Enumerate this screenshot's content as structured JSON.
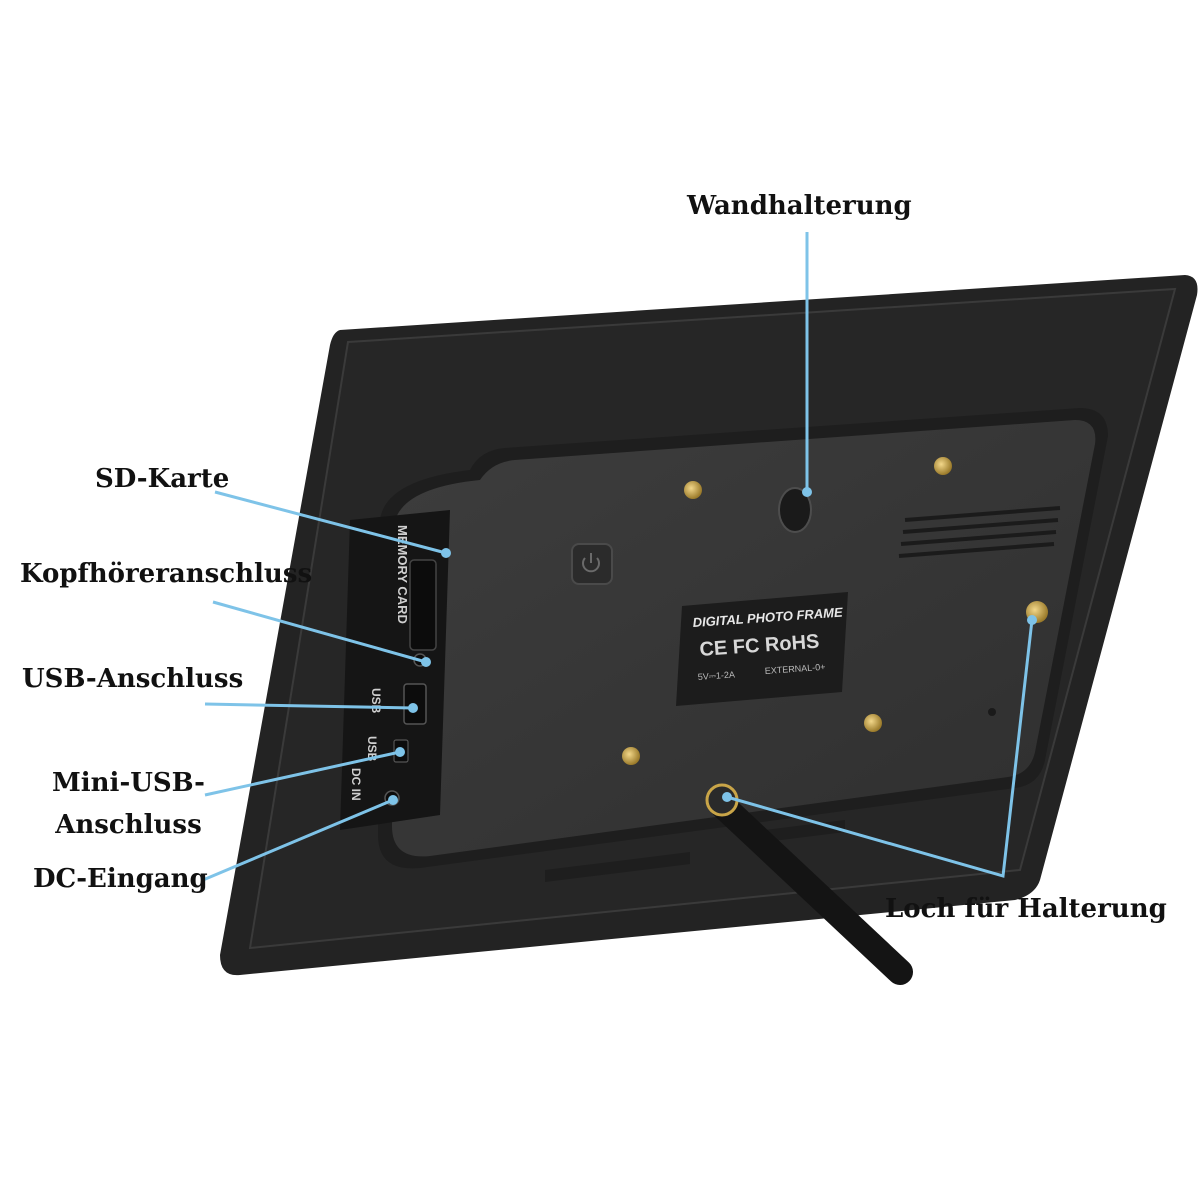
{
  "colors": {
    "leader": "#7ec3e8",
    "frame": "#2a2a2a",
    "panel": "#373737",
    "screw": "#c9a548"
  },
  "labels": {
    "wall_mount": "Wandhalterung",
    "sd_card": "SD-Karte",
    "headphone": "Kopfhöreranschluss",
    "usb": "USB-Anschluss",
    "mini_usb_line1": "Mini-USB-",
    "mini_usb_line2": "Anschluss",
    "dc_in": "DC-Eingang",
    "stand_hole": "Loch für Halterung"
  },
  "device": {
    "title": "DIGITAL PHOTO FRAME",
    "certs": "CE FC RoHS",
    "rating": "5V⎓1-2A",
    "external": "EXTERNAL-0+",
    "port_memory": "MEMORY CARD",
    "port_usb": "USB",
    "port_mini_usb": "USB",
    "port_dc": "DC IN"
  }
}
